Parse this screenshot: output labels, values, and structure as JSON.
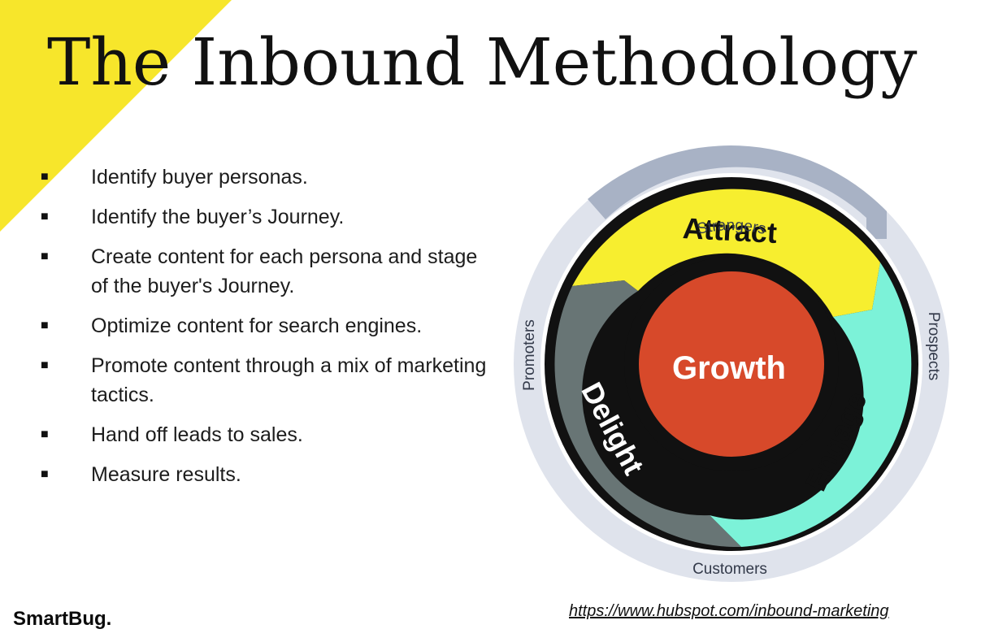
{
  "slide": {
    "title": "The Inbound Methodology",
    "accent_color": "#f7e62b",
    "bullet_icon": "black-square",
    "bullets": [
      "Identify buyer personas.",
      "Identify the buyer’s Journey.",
      "Create content for each persona and stage of the buyer's Journey.",
      "Optimize content for search engines.",
      "Promote content through a mix of marketing tactics.",
      "Hand off leads to sales.",
      "Measure results."
    ],
    "logo": "SmartBug.",
    "source_link": "https://www.hubspot.com/inbound-marketing"
  },
  "flywheel": {
    "center_label": "Growth",
    "stages": [
      {
        "label": "Attract",
        "color": "#f7ee2f"
      },
      {
        "label": "Engage",
        "color": "#7cf2d8"
      },
      {
        "label": "Delight",
        "color": "#687575"
      }
    ],
    "ring_labels": {
      "top": "Strangers",
      "right": "Prospects",
      "bottom": "Customers",
      "left": "Promoters"
    },
    "colors": {
      "center": "#d7492a",
      "ring_dark": "#a8b2c5",
      "ring_light": "#dfe3ec",
      "hub_ring": "#111111"
    }
  }
}
